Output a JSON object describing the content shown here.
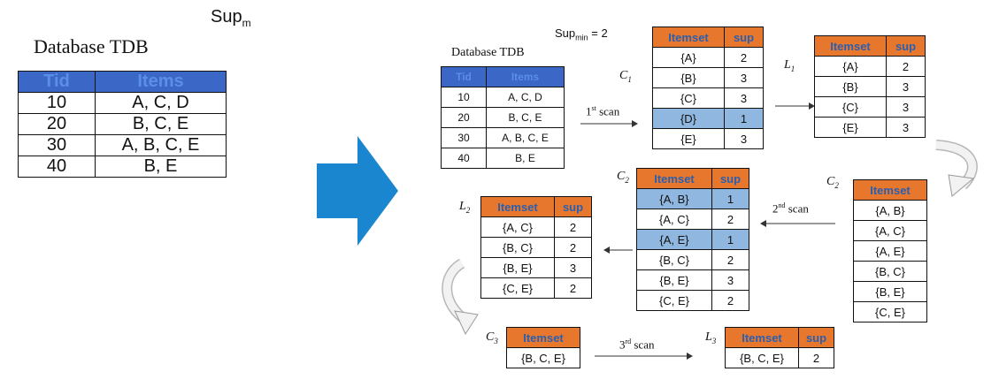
{
  "left_panel": {
    "sup_label": "Sup",
    "sup_sub": "m",
    "title": "Database TDB",
    "headers": [
      "Tid",
      "Items"
    ],
    "rows": [
      [
        "10",
        "A, C, D"
      ],
      [
        "20",
        "B, C, E"
      ],
      [
        "30",
        "A, B, C, E"
      ],
      [
        "40",
        "B, E"
      ]
    ]
  },
  "right_panel": {
    "supmin": {
      "prefix": "Sup",
      "sub": "min",
      "rest": " = 2"
    },
    "db_title": "Database TDB",
    "db_headers": [
      "Tid",
      "Items"
    ],
    "db_rows": [
      [
        "10",
        "A, C, D"
      ],
      [
        "20",
        "B, C, E"
      ],
      [
        "30",
        "A, B, C, E"
      ],
      [
        "40",
        "B, E"
      ]
    ],
    "c1": {
      "label": "C",
      "sub": "1",
      "headers": [
        "Itemset",
        "sup"
      ],
      "rows": [
        [
          "{A}",
          "2"
        ],
        [
          "{B}",
          "3"
        ],
        [
          "{C}",
          "3"
        ],
        [
          "{D}",
          "1"
        ],
        [
          "{E}",
          "3"
        ]
      ]
    },
    "l1": {
      "label": "L",
      "sub": "1",
      "headers": [
        "Itemset",
        "sup"
      ],
      "rows": [
        [
          "{A}",
          "2"
        ],
        [
          "{B}",
          "3"
        ],
        [
          "{C}",
          "3"
        ],
        [
          "{E}",
          "3"
        ]
      ]
    },
    "c2_list": {
      "label": "C",
      "sub": "2",
      "headers": [
        "Itemset"
      ],
      "rows": [
        [
          "{A, B}"
        ],
        [
          "{A, C}"
        ],
        [
          "{A, E}"
        ],
        [
          "{B, C}"
        ],
        [
          "{B, E}"
        ],
        [
          "{C, E}"
        ]
      ]
    },
    "c2": {
      "label": "C",
      "sub": "2",
      "headers": [
        "Itemset",
        "sup"
      ],
      "rows": [
        [
          "{A, B}",
          "1"
        ],
        [
          "{A, C}",
          "2"
        ],
        [
          "{A, E}",
          "1"
        ],
        [
          "{B, C}",
          "2"
        ],
        [
          "{B, E}",
          "3"
        ],
        [
          "{C, E}",
          "2"
        ]
      ]
    },
    "l2": {
      "label": "L",
      "sub": "2",
      "headers": [
        "Itemset",
        "sup"
      ],
      "rows": [
        [
          "{A, C}",
          "2"
        ],
        [
          "{B, C}",
          "2"
        ],
        [
          "{B, E}",
          "3"
        ],
        [
          "{C, E}",
          "2"
        ]
      ]
    },
    "c3": {
      "label": "C",
      "sub": "3",
      "headers": [
        "Itemset"
      ],
      "rows": [
        [
          "{B, C, E}"
        ]
      ]
    },
    "l3": {
      "label": "L",
      "sub": "3",
      "headers": [
        "Itemset",
        "sup"
      ],
      "rows": [
        [
          "{B, C, E}",
          "2"
        ]
      ]
    },
    "scans": {
      "s1": {
        "num": "1",
        "ord": "st",
        "word": " scan"
      },
      "s2": {
        "num": "2",
        "ord": "nd",
        "word": " scan"
      },
      "s3": {
        "num": "3",
        "ord": "rd",
        "word": " scan"
      }
    }
  },
  "colors": {
    "orange_header": "#e8772e",
    "blue_header": "#3b67c6",
    "highlight_row": "#8fb7e0",
    "big_arrow": "#1a86d0"
  }
}
